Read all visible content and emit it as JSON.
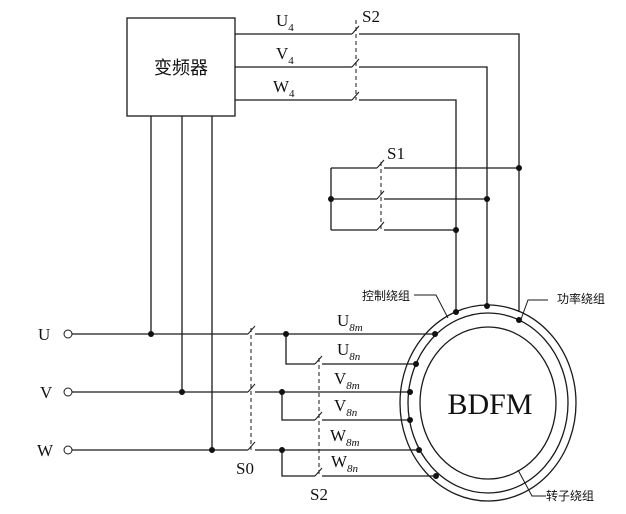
{
  "converter": {
    "label": "变频器"
  },
  "switches": {
    "s2_top": "S2",
    "s1": "S1",
    "s0": "S0",
    "s2_bottom": "S2"
  },
  "converter_outputs": [
    {
      "base": "U",
      "sub": "4"
    },
    {
      "base": "V",
      "sub": "4"
    },
    {
      "base": "W",
      "sub": "4"
    }
  ],
  "grid_terminals": [
    "U",
    "V",
    "W"
  ],
  "stator_terminals": [
    {
      "base": "U",
      "sub": "8m"
    },
    {
      "base": "U",
      "sub": "8n"
    },
    {
      "base": "V",
      "sub": "8m"
    },
    {
      "base": "V",
      "sub": "8n"
    },
    {
      "base": "W",
      "sub": "8m"
    },
    {
      "base": "W",
      "sub": "8n"
    }
  ],
  "motor": {
    "label": "BDFM",
    "control_winding": "控制绕组",
    "power_winding": "功率绕组",
    "rotor_winding": "转子绕组"
  }
}
